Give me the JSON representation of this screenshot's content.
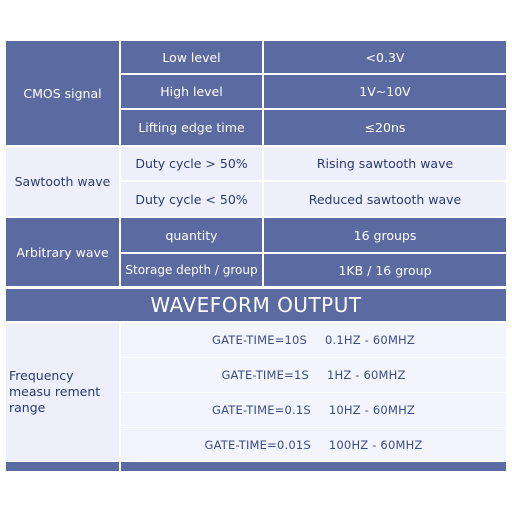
{
  "cmos": {
    "label": "CMOS signal",
    "rows": [
      {
        "name": "Low level",
        "value": "<0.3V"
      },
      {
        "name": "High level",
        "value": "1V~10V"
      },
      {
        "name": "Lifting edge time",
        "value": "≤20ns"
      }
    ]
  },
  "sawtooth": {
    "label": "Sawtooth wave",
    "rows": [
      {
        "name": "Duty cycle > 50%",
        "value": "Rising sawtooth wave"
      },
      {
        "name": "Duty cycle < 50%",
        "value": "Reduced sawtooth wave"
      }
    ]
  },
  "arbitrary": {
    "label": "Arbitrary wave",
    "rows": [
      {
        "name": "quantity",
        "value": "16 groups"
      },
      {
        "name": "Storage depth / group",
        "value": "1KB / 16 group"
      }
    ]
  },
  "header": {
    "title": "WAVEFORM OUTPUT"
  },
  "frequency": {
    "label": "Frequency measu rement range",
    "rows": [
      {
        "gate": "GATE-TIME=10S",
        "range": "0.1HZ - 60MHZ"
      },
      {
        "gate": "GATE-TIME=1S",
        "range": "1HZ - 60MHZ"
      },
      {
        "gate": "GATE-TIME=0.1S",
        "range": "10HZ - 60MHZ"
      },
      {
        "gate": "GATE-TIME=0.01S",
        "range": "100HZ - 60MHZ"
      }
    ]
  }
}
